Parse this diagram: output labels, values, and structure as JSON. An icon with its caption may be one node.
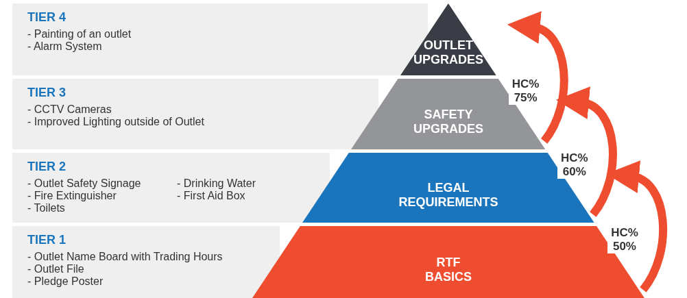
{
  "diagram": {
    "nodes": [
      {
        "text": [
          "TIER 4",
          "- Painting of an outlet",
          "- Alarm System"
        ]
      },
      {
        "text": [
          "TIER 3",
          "- CCTV Cameras",
          "- Improved Lighting outside of Outlet"
        ]
      },
      {
        "text": [
          "TIER 2",
          "- Outlet Safety Signage",
          "- Fire Extinguisher",
          "- Toilets",
          "- Drinking Water",
          "- First Aid Box"
        ]
      },
      {
        "text": [
          "TIER 1",
          "- Outlet Name Board with Trading Hours",
          "- Outlet File",
          "- Pledge Poster"
        ]
      },
      {
        "text": [
          "OUTLET UPGRADES"
        ]
      },
      {
        "text": [
          "SAFETY UPGRADES"
        ]
      },
      {
        "text": [
          "LEGAL REQUIREMENTS"
        ]
      },
      {
        "text": [
          "RTF BASICS"
        ]
      }
    ],
    "edges": [
      {
        "from": 7,
        "to": 6,
        "arrow": "to",
        "label": "HC% 50%"
      },
      {
        "from": 6,
        "to": 5,
        "arrow": "to",
        "label": "HC% 60%"
      },
      {
        "from": 5,
        "to": 4,
        "arrow": "to",
        "label": "HC% 75%"
      }
    ]
  }
}
